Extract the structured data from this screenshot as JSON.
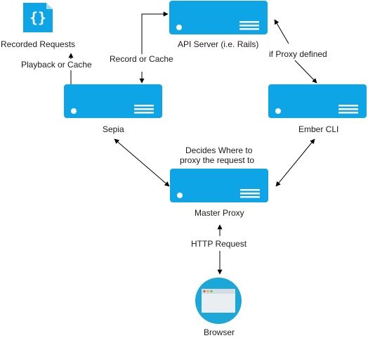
{
  "nodes": {
    "recorded_requests": {
      "label": "Recorded Requests",
      "icon": "json-file-icon"
    },
    "api_server": {
      "label": "API Server (i.e. Rails)",
      "icon": "server-icon"
    },
    "sepia": {
      "label": "Sepia",
      "icon": "server-icon"
    },
    "ember_cli": {
      "label": "Ember CLI",
      "icon": "server-icon"
    },
    "master_proxy": {
      "label": "Master Proxy",
      "icon": "server-icon"
    },
    "browser": {
      "label": "Browser",
      "icon": "browser-window-icon"
    }
  },
  "edges": {
    "playback_or_cache": "Playback or Cache",
    "record_or_cache": "Record or Cache",
    "if_proxy_defined": "if Proxy defined",
    "decides_line1": "Decides Where to",
    "decides_line2": "proxy the request to",
    "http_request": "HTTP Request"
  },
  "colors": {
    "server_fill": "#0ea5e6",
    "server_accent": "#ffffff",
    "arrow": "#000000",
    "browser_circle": "#1ba7d8",
    "browser_window": "#e9eef2"
  }
}
